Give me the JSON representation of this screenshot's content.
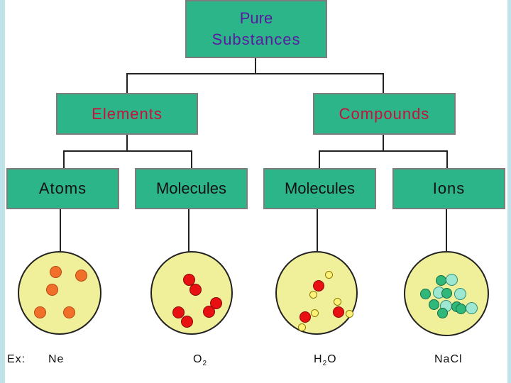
{
  "colors": {
    "box_fill": "#2db58a",
    "circle_fill": "#f1f09a",
    "title_text": "#5a1aa0",
    "level1_text": "#c8103a"
  },
  "root": {
    "line1": "Pure",
    "line2": "Substances"
  },
  "level1": {
    "elements": "Elements",
    "compounds": "Compounds"
  },
  "level2": {
    "atoms": "Atoms",
    "molecules_elements": "Molecules",
    "molecules_compounds": "Molecules",
    "ions": "Ions"
  },
  "examples": {
    "label": "Ex:",
    "ne": "Ne",
    "o2": {
      "base": "O",
      "sub": "2"
    },
    "h2o": {
      "a": "H",
      "sub": "2",
      "b": "O"
    },
    "nacl": "NaCl"
  }
}
